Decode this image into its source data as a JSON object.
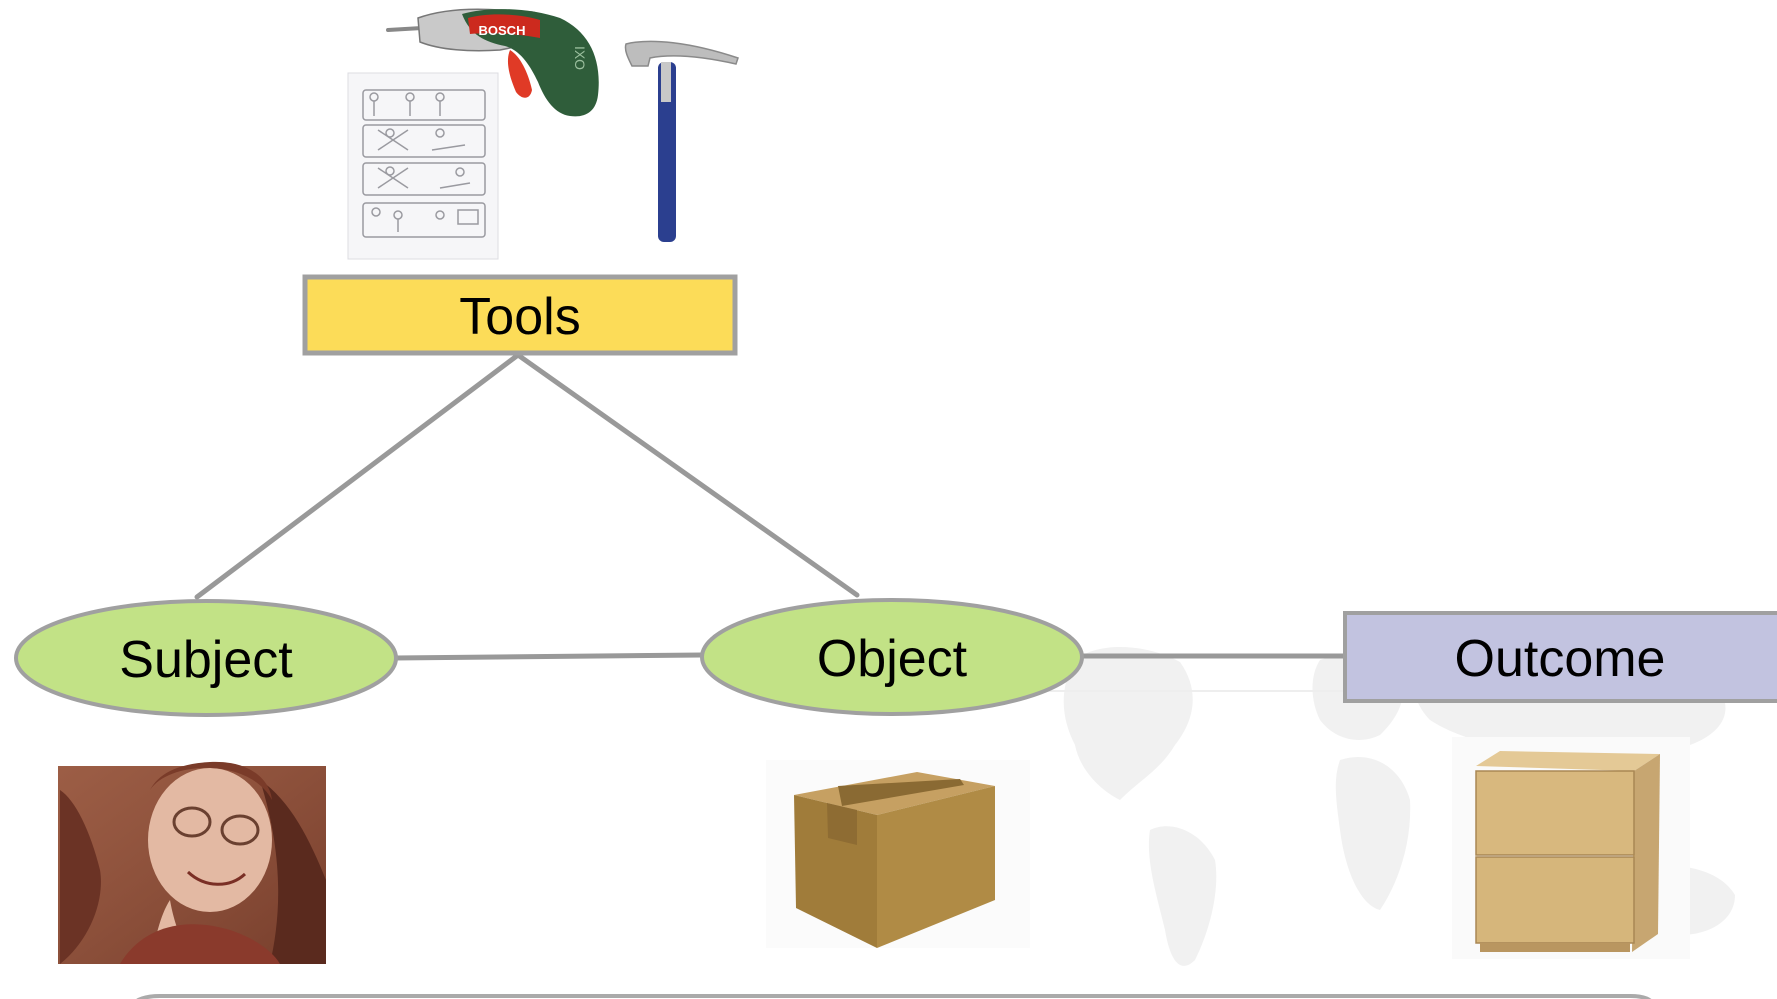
{
  "diagram": {
    "nodes": {
      "tools": {
        "label": "Tools"
      },
      "subject": {
        "label": "Subject"
      },
      "object": {
        "label": "Object"
      },
      "outcome": {
        "label": "Outcome"
      }
    },
    "images": {
      "instruction_sheet": {
        "icon": "assembly-instructions-icon"
      },
      "screwdriver": {
        "icon": "cordless-screwdriver-icon",
        "brand_text": "BOSCH",
        "model_text": "IXO"
      },
      "hammer": {
        "icon": "hammer-icon"
      },
      "person": {
        "icon": "person-photo"
      },
      "box": {
        "icon": "cardboard-box-icon"
      },
      "drawer": {
        "icon": "drawer-cabinet-icon"
      },
      "world_map": {
        "icon": "world-map-watermark"
      }
    },
    "colors": {
      "tools_fill": "#FCDC58",
      "ellipse_fill": "#C2E286",
      "outcome_fill": "#C2C3E0",
      "border": "#A0A0A0",
      "line": "#999999"
    }
  }
}
